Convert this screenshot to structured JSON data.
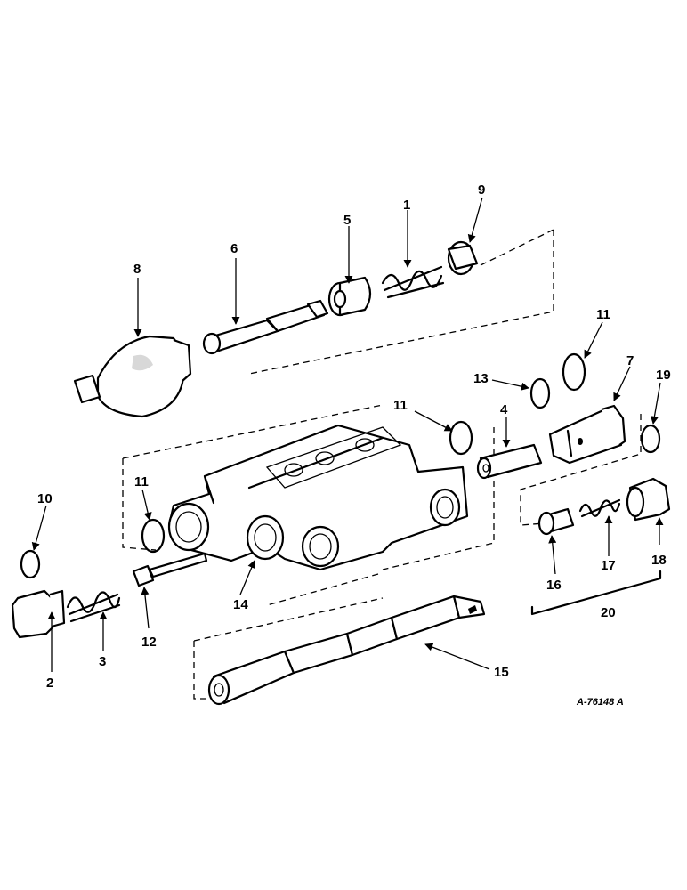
{
  "diagram": {
    "reference_code": "A-76148 A",
    "callouts": [
      "1",
      "2",
      "3",
      "4",
      "5",
      "6",
      "7",
      "8",
      "9",
      "10",
      "11",
      "11",
      "11",
      "12",
      "13",
      "14",
      "15",
      "16",
      "17",
      "18",
      "19",
      "20"
    ]
  }
}
